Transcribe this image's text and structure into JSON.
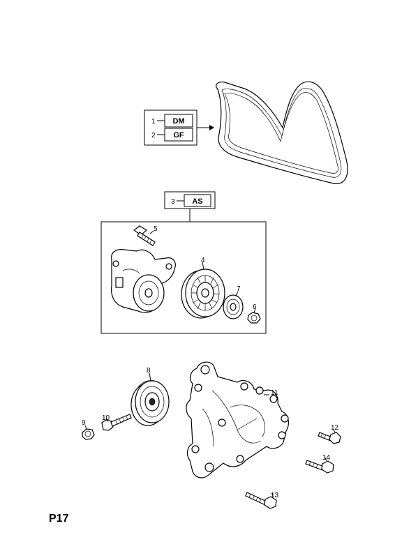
{
  "page_id": "P17",
  "variant_box_1": {
    "items": [
      {
        "number": "1",
        "code": "DM"
      },
      {
        "number": "2",
        "code": "GF"
      }
    ]
  },
  "variant_box_2": {
    "items": [
      {
        "number": "3",
        "code": "AS"
      }
    ]
  },
  "callouts": {
    "c4": "4",
    "c5": "5",
    "c6": "6",
    "c7": "7",
    "c8": "8",
    "c9": "9",
    "c10": "10",
    "c11": "11",
    "c12": "12",
    "c13": "13",
    "c14": "14"
  }
}
